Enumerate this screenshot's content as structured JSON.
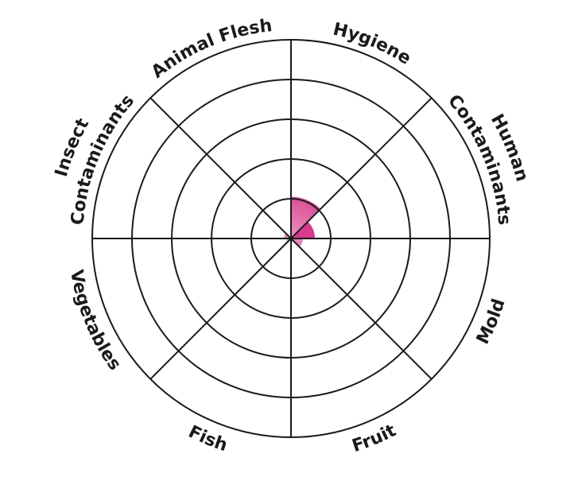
{
  "chart_data": {
    "type": "polar-area",
    "categories": [
      "Hygiene",
      "Human Contaminants",
      "Mold",
      "Fruit",
      "Fish",
      "Vegetables",
      "Insect Contaminants",
      "Animal Flesh"
    ],
    "values": [
      1.05,
      0.6,
      0.3,
      0.1,
      0.05,
      0.12,
      0.18,
      0.05
    ],
    "rlim": [
      0,
      5
    ],
    "rings": 5,
    "grid": true,
    "colors": {
      "grid": "#1a1a1a",
      "accent": "#d62f86",
      "secondary": "#7fd3c2",
      "text": "#1a1a1a"
    }
  }
}
